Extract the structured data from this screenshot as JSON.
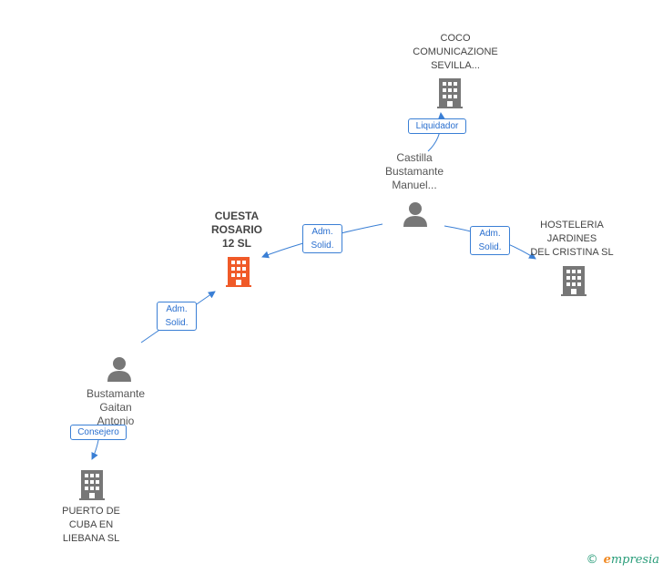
{
  "nodes": {
    "coco": {
      "lines": [
        "COCO",
        "COMUNICAZIONE",
        "SEVILLA..."
      ]
    },
    "castilla": {
      "lines": [
        "Castilla",
        "Bustamante",
        "Manuel..."
      ]
    },
    "cuesta": {
      "lines": [
        "CUESTA",
        "ROSARIO",
        "12 SL"
      ]
    },
    "hosteleria": {
      "lines": [
        "HOSTELERIA",
        "JARDINES",
        "DEL CRISTINA SL"
      ]
    },
    "bustamante": {
      "lines": [
        "Bustamante",
        "Gaitan",
        "Antonio"
      ]
    },
    "puerto": {
      "lines": [
        "PUERTO DE",
        "CUBA EN",
        "LIEBANA SL"
      ]
    }
  },
  "edges": {
    "liquidador": {
      "lines": [
        "Liquidador"
      ]
    },
    "adm_cuesta": {
      "lines": [
        "Adm.",
        "Solid."
      ]
    },
    "adm_hosteleria": {
      "lines": [
        "Adm.",
        "Solid."
      ]
    },
    "adm_bustamante": {
      "lines": [
        "Adm.",
        "Solid."
      ]
    },
    "consejero": {
      "lines": [
        "Consejero"
      ]
    }
  },
  "colors": {
    "building_default": "#777777",
    "building_main": "#f05a28",
    "person": "#777777",
    "edge": "#3a7fd5"
  },
  "brand": {
    "copyright": "©",
    "first_letter": "e",
    "rest": "mpresia"
  }
}
